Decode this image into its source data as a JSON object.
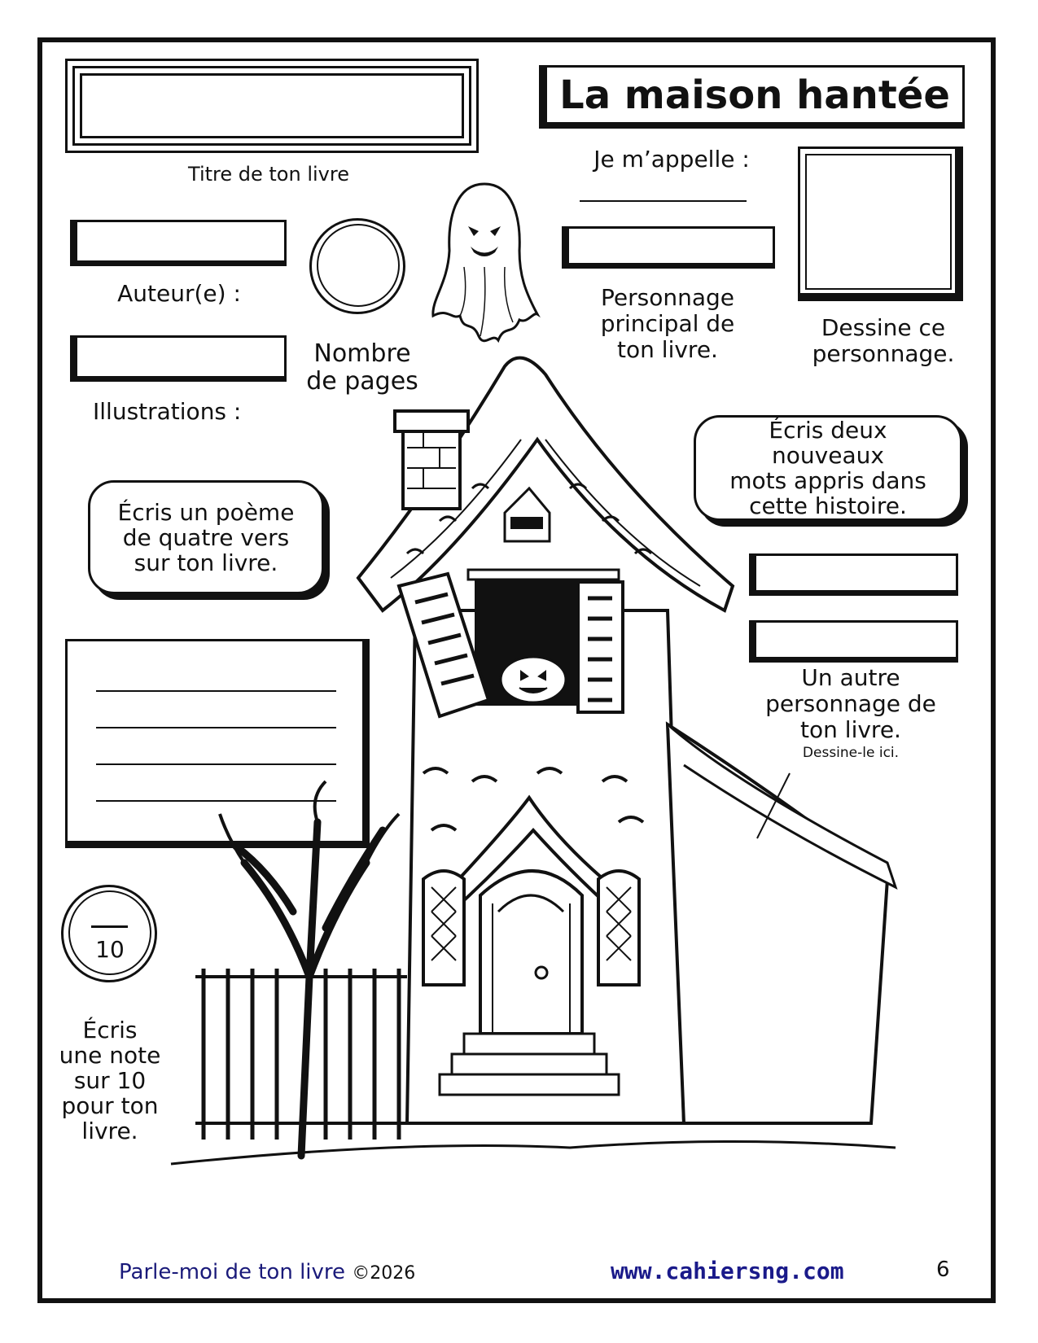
{
  "page_title": "La maison hantée",
  "labels": {
    "book_title": "Titre de ton livre",
    "my_name": "Je m’appelle :",
    "author": "Auteur(e) :",
    "illustrations": "Illustrations :",
    "page_count": "Nombre\nde pages",
    "main_character": "Personnage\nprincipal de\nton livre.",
    "draw_character": "Dessine ce\npersonnage.",
    "other_character": "Un autre\npersonnage de\nton livre.",
    "draw_here": "Dessine-le ici.",
    "rating_denominator": "10",
    "rating_instruction": "Écris\nune note\nsur 10\npour ton\nlivre."
  },
  "bubbles": {
    "poem": "Écris un poème\nde quatre vers\nsur ton livre.",
    "new_words": "Écris deux nouveaux\nmots appris dans\ncette histoire."
  },
  "footer": {
    "series": "Parle-moi de ton livre",
    "copyright": "©2026",
    "website": "www.cahiersng.com",
    "page_number": "6"
  }
}
